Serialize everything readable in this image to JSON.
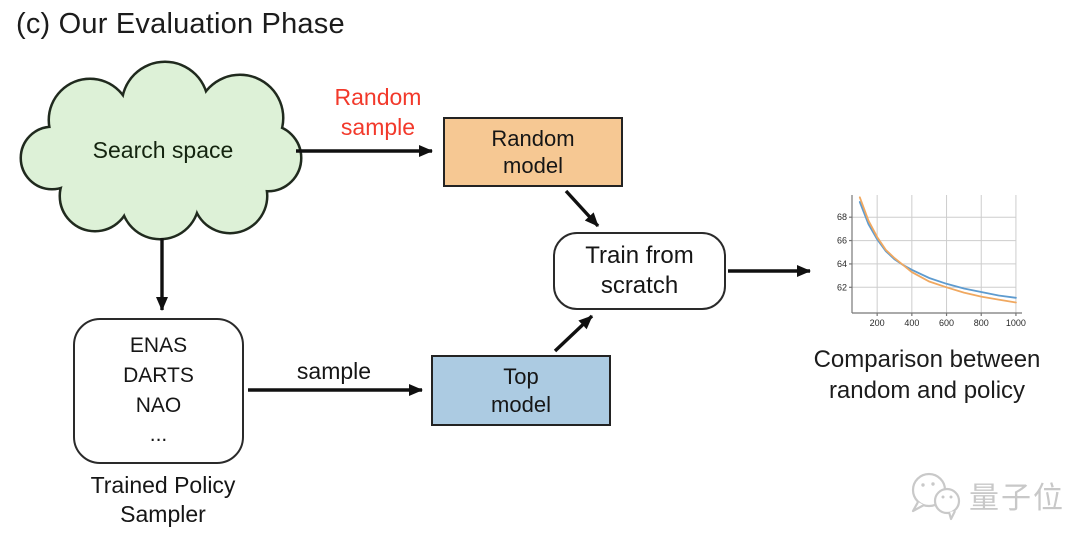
{
  "title": "(c) Our Evaluation Phase",
  "nodes": {
    "search_space": {
      "label": "Search space",
      "fill": "#ddf1d7"
    },
    "random_model": {
      "label": "Random\nmodel",
      "fill": "#f6c893"
    },
    "top_model": {
      "label": "Top\nmodel",
      "fill": "#accbe2"
    },
    "train_from_scratch": {
      "label": "Train from\nscratch",
      "fill": "#ffffff"
    },
    "policy_sampler": {
      "items": "ENAS\nDARTS\nNAO\n...",
      "caption": "Trained Policy\nSampler",
      "fill": "#ffffff"
    }
  },
  "edge_labels": {
    "random_sample": "Random\nsample",
    "sample": "sample"
  },
  "edge_label_colors": {
    "random_sample": "#f2392b",
    "sample": "#161616"
  },
  "chart_caption": "Comparison between\nrandom and policy",
  "watermark": {
    "text": "量子位",
    "icon": "chat-bubbles-icon",
    "color": "#c8c8c8"
  },
  "chart_data": {
    "type": "line",
    "x": [
      100,
      150,
      200,
      250,
      300,
      350,
      400,
      500,
      600,
      700,
      800,
      900,
      1000
    ],
    "series": [
      {
        "name": "blue-curve",
        "color": "#5e9bcf",
        "values": [
          69.3,
          67.4,
          66.1,
          65.1,
          64.4,
          63.9,
          63.5,
          62.8,
          62.3,
          61.9,
          61.6,
          61.3,
          61.1
        ]
      },
      {
        "name": "orange-curve",
        "color": "#f0a860",
        "values": [
          69.7,
          67.7,
          66.3,
          65.2,
          64.5,
          63.9,
          63.3,
          62.5,
          62.0,
          61.55,
          61.2,
          60.95,
          60.7
        ]
      }
    ],
    "xticks": [
      200,
      400,
      600,
      800,
      1000
    ],
    "yticks": [
      62,
      64,
      66,
      68
    ],
    "xlim": [
      55,
      1035
    ],
    "ylim": [
      59.8,
      69.9
    ],
    "title": "",
    "xlabel": "",
    "ylabel": "",
    "grid": true,
    "legend_position": "none"
  }
}
